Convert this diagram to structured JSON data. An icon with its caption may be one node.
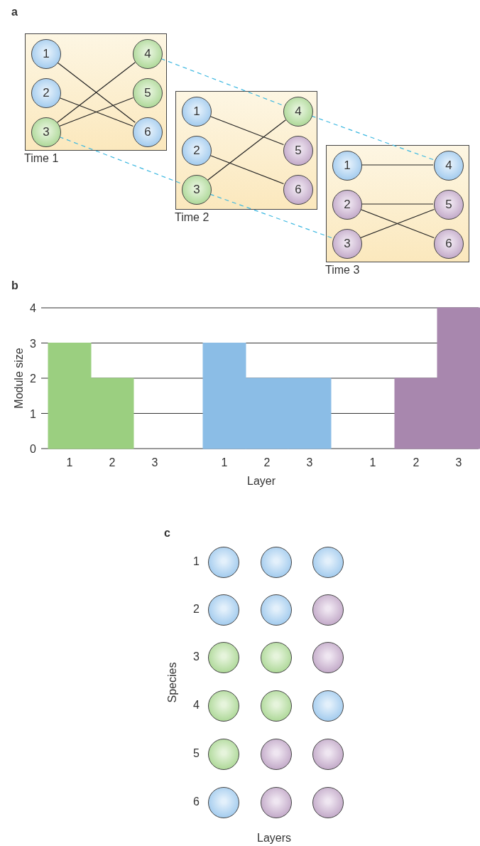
{
  "diagram": {
    "nodes": [
      {
        "text": [
          "Time 1"
        ]
      },
      {
        "text": [
          "1"
        ],
        "in": 0
      },
      {
        "text": [
          "2"
        ],
        "in": 0
      },
      {
        "text": [
          "3"
        ],
        "in": 0
      },
      {
        "text": [
          "4"
        ],
        "in": 0
      },
      {
        "text": [
          "5"
        ],
        "in": 0
      },
      {
        "text": [
          "6"
        ],
        "in": 0
      },
      {
        "text": [
          "Time 2"
        ]
      },
      {
        "text": [
          "1"
        ],
        "in": 7
      },
      {
        "text": [
          "2"
        ],
        "in": 7
      },
      {
        "text": [
          "3"
        ],
        "in": 7
      },
      {
        "text": [
          "4"
        ],
        "in": 7
      },
      {
        "text": [
          "5"
        ],
        "in": 7
      },
      {
        "text": [
          "6"
        ],
        "in": 7
      },
      {
        "text": [
          "Time 3"
        ]
      },
      {
        "text": [
          "1"
        ],
        "in": 14
      },
      {
        "text": [
          "2"
        ],
        "in": 14
      },
      {
        "text": [
          "3"
        ],
        "in": 14
      },
      {
        "text": [
          "4"
        ],
        "in": 14
      },
      {
        "text": [
          "5"
        ],
        "in": 14
      },
      {
        "text": [
          "6"
        ],
        "in": 14
      },
      {
        "text": [],
        "shape": "circle"
      },
      {
        "text": [],
        "shape": "circle"
      },
      {
        "text": [],
        "shape": "circle"
      },
      {
        "text": [],
        "shape": "circle"
      },
      {
        "text": [],
        "shape": "circle"
      },
      {
        "text": [],
        "shape": "circle"
      },
      {
        "text": [],
        "shape": "circle"
      },
      {
        "text": [],
        "shape": "circle"
      },
      {
        "text": [],
        "shape": "circle"
      },
      {
        "text": [],
        "shape": "circle"
      },
      {
        "text": [],
        "shape": "circle"
      },
      {
        "text": [],
        "shape": "circle"
      },
      {
        "text": [],
        "shape": "circle"
      },
      {
        "text": [],
        "shape": "circle"
      },
      {
        "text": [],
        "shape": "circle"
      },
      {
        "text": [],
        "shape": "circle"
      },
      {
        "text": [],
        "shape": "circle"
      },
      {
        "text": [],
        "shape": "circle"
      }
    ],
    "edges": [
      {
        "from": 1,
        "to": 6,
        "arrow": "none"
      },
      {
        "from": 2,
        "to": 6,
        "arrow": "none"
      },
      {
        "from": 3,
        "to": 4,
        "arrow": "none"
      },
      {
        "from": 3,
        "to": 5,
        "arrow": "none"
      },
      {
        "from": 8,
        "to": 12,
        "arrow": "none"
      },
      {
        "from": 9,
        "to": 13,
        "arrow": "none"
      },
      {
        "from": 10,
        "to": 11,
        "arrow": "none"
      },
      {
        "from": 15,
        "to": 18,
        "arrow": "none"
      },
      {
        "from": 16,
        "to": 19,
        "arrow": "none"
      },
      {
        "from": 16,
        "to": 20,
        "arrow": "none"
      },
      {
        "from": 17,
        "to": 19,
        "arrow": "none"
      },
      {
        "from": 4,
        "to": 11,
        "arrow": "none",
        "style": "dashed",
        "color": "#3ab7e0"
      },
      {
        "from": 11,
        "to": 18,
        "arrow": "none",
        "style": "dashed",
        "color": "#3ab7e0"
      },
      {
        "from": 3,
        "to": 10,
        "arrow": "none",
        "style": "dashed",
        "color": "#3ab7e0"
      },
      {
        "from": 10,
        "to": 17,
        "arrow": "none",
        "style": "dashed",
        "color": "#3ab7e0"
      }
    ],
    "labels": [
      "a",
      "b",
      "c",
      "1",
      "2",
      "3",
      "4",
      "5",
      "6",
      "Species",
      "Layers"
    ],
    "chart_data": {
      "type": "bar",
      "xlabel": "Layer",
      "ylabel": "Module size",
      "categories": [
        "1",
        "2",
        "3",
        "1",
        "2",
        "3",
        "1",
        "2",
        "3"
      ],
      "series": [
        {
          "color": "#9bcf80",
          "values": [
            3,
            2,
            0,
            null,
            null,
            null,
            null,
            null,
            null
          ]
        },
        {
          "color": "#8bbde6",
          "values": [
            null,
            null,
            null,
            3,
            2,
            2,
            null,
            null,
            null
          ]
        },
        {
          "color": "#a887ae",
          "values": [
            null,
            null,
            null,
            null,
            null,
            null,
            0,
            2,
            4
          ]
        }
      ],
      "ylim": [
        0,
        4
      ],
      "yticks": [
        0,
        1,
        2,
        3,
        4
      ],
      "grid": true
    }
  }
}
